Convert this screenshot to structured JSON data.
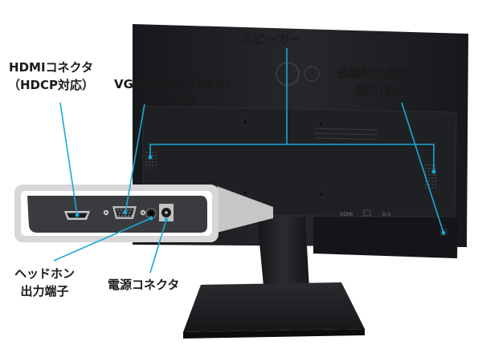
{
  "labels": {
    "hdmi": {
      "line1": "HDMIコネクタ",
      "line2": "（HDCP対応）"
    },
    "vga": {
      "line1": "VGA(アナログRGB)",
      "line2": "コネクタ"
    },
    "speaker": {
      "line1": "スピーカー"
    },
    "lock": {
      "line1": "盗難防止用ロック",
      "line2": "取り付け穴"
    },
    "headphone": {
      "line1": "ヘッドホン",
      "line2": "出力端子"
    },
    "power": {
      "line1": "電源コネクタ"
    }
  },
  "panel_marks": {
    "hdmi": "HDMI",
    "dsub": "D-S"
  },
  "colors": {
    "callout": "#1aa8d8",
    "monitor_back": "#1c1d20",
    "zoom_frame": "#d7d7d7",
    "zoom_panel": "#3a3b3e"
  }
}
